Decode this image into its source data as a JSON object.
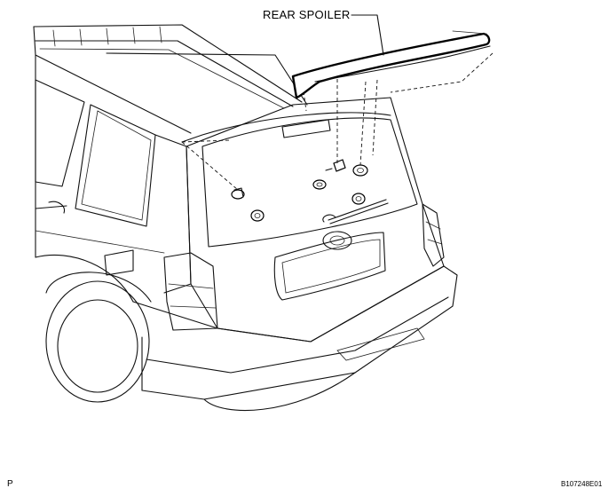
{
  "labels": {
    "callout": "REAR SPOILER",
    "corner": "P",
    "reference_code": "B107248E01"
  },
  "icons": [
    "suv-rear-view",
    "rear-spoiler-part",
    "clip-fastener",
    "bolt-fastener",
    "grommet-fastener"
  ],
  "colors": {
    "line": "#000000",
    "background": "#ffffff"
  }
}
